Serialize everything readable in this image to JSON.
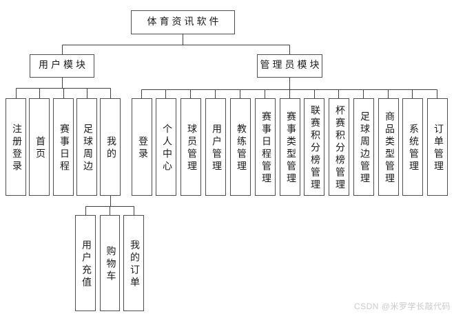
{
  "diagram": {
    "root": {
      "label": "体育资讯软件"
    },
    "modules": [
      {
        "label": "用户模块",
        "children": [
          "注册登录",
          "首页",
          "赛事日程",
          "足球周边",
          "我的"
        ]
      },
      {
        "label": "管理员模块",
        "children": [
          "登录",
          "个人中心",
          "球员管理",
          "用户管理",
          "教练管理",
          "赛事日程管理",
          "赛事类型管理",
          "联赛积分榜管理",
          "杯赛积分榜管理",
          "足球周边管理",
          "商品类型管理",
          "系统管理",
          "订单管理"
        ]
      }
    ],
    "my_submodule": {
      "parent": "我的",
      "children": [
        "用户充值",
        "购物车",
        "我的订单"
      ]
    },
    "watermark": "CSDN @米罗学长敲代码",
    "colors": {
      "background": "#ffffff",
      "box_border": "#4d4d4d",
      "line": "#3f3f3f",
      "text": "#1a1a1a",
      "watermark": "#cbcbcb"
    }
  }
}
